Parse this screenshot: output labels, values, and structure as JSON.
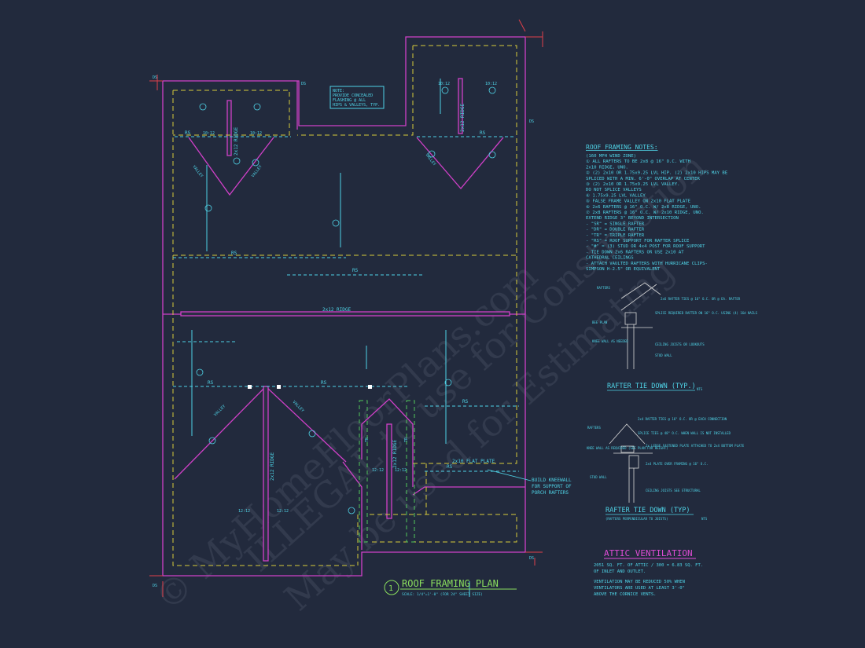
{
  "drawing": {
    "title": "ROOF FRAMING PLAN",
    "title_number": "1",
    "scale_note": "SCALE: 1/4\"=1'-0\" (FOR 24\" SHEET SIZE)"
  },
  "plan_labels": {
    "note_box": [
      "NOTE:",
      "PROVIDE CONCEALED",
      "FLASHING @ ALL",
      "HIPS & VALLEYS, TYP."
    ],
    "ridge_main": "2x12 RIDGE",
    "ridge_left_upper": "2x12 RIDGE",
    "ridge_right_upper": "2x12 RIDGE",
    "ridge_lower_left": "2x12 RIDGE",
    "ridge_lower_right": "2x12 RIDGE",
    "flat_plate": "2x10 FLAT PLATE",
    "kneewall_note": [
      "BUILD KNEEWALL",
      "FOR SUPPORT OF",
      "PORCH RAFTERS"
    ],
    "rs": "RS",
    "valley": "VALLEY",
    "pitch": "12:12",
    "pitch_2": "10:12",
    "tr": "TR",
    "dim": "DS"
  },
  "framing_notes": {
    "heading": "ROOF FRAMING NOTES:",
    "lines": [
      "(160 MPH WIND ZONE)",
      "① ALL RAFTERS TO BE 2x8 @ 16\" O.C. WITH",
      "   2x10 RIDGE, UNO.",
      "② (2) 2x10 OR 1.75x9.25 LVL HIP. (2) 2x10 HIPS MAY BE",
      "   SPLICED WITH A MIN. 6'-0\" OVERLAP AT CENTER",
      "③ (2) 2x10 OR 1.75x9.25 LVL VALLEY.",
      "   DO NOT SPLICE VALLEYS",
      "④ 1.75x9.25 LVL VALLEY",
      "⑤ FALSE FRAME VALLEY ON 2x10 FLAT PLATE",
      "⑥ 2x6 RAFTERS @ 16\" O.C. W/ 2x8 RIDGE, UNO.",
      "⑦ 2x8 RAFTERS @ 16\" O.C. W/ 2x10 RIDGE, UNO.",
      "   EXTEND RIDGE 3\" BEYOND INTERSECTION",
      "- \"SR\" = SINGLE RAFTER",
      "- \"DR\" = DOUBLE RAFTER",
      "- \"TR\" = TRIPLE RAFTER",
      "- \"RS\" = ROOF SUPPORT FOR RAFTER SPLICE",
      "- \"#\" = (3) STUD OR 4x4 POST FOR ROOF SUPPORT",
      "- TIE DOWN 2x6 RAFTERS OR USE 2x10 AT",
      "  CATHEDRAL CEILINGS",
      "- ATTACH VAULTED RAFTERS WITH HURRICANE CLIPS-",
      "  SIMPSON H-2.5\" OR EQUIVALENT"
    ]
  },
  "detail_1": {
    "title": "RAFTER TIE DOWN (TYP.)",
    "sub": "NTS",
    "labels": [
      "RAFTERS",
      "2x6 RAFTER TIES @ 16\" O.C. OR @ EA. RAFTER",
      "BEE PLAN",
      "SPLICE REQUIRED RAFTER ON 16\" O.C. USING (4) 16d NAILS",
      "KNEE WALL AS NEEDED",
      "CEILING JOISTS OR LOOKOUTS",
      "STUD WALL"
    ]
  },
  "detail_2": {
    "title": "RAFTER TIE DOWN (TYP)",
    "sub": "(RAFTERS PERPENDICULAR TO JOISTS)",
    "sub2": "NTS",
    "labels": [
      "RAFTERS",
      "2x4 RAFTER TIES @ 16\" O.C. OR @ EACH CONNECTION",
      "SPLICE TIES @ 48\" O.C. WHEN WALL IS NOT INSTALLED",
      "KNEE WALL AS REQUIRED (SEE PLAN FOR HEIGHT)",
      "2x LEDGE FASTENED PLATE ATTACHED TO 2x4 BOTTOM PLATE",
      "2x4 PLATE OVER FRAMING @ 16\" O.C.",
      "STUD WALL",
      "CEILING JOISTS SEE STRUCTURAL"
    ]
  },
  "attic": {
    "heading": "ATTIC VENTILATION",
    "line1": "2051 SQ. FT. OF ATTIC / 300 = 6.83 SQ. FT.",
    "line2": "OF INLET AND OUTLET.",
    "line3": "VENTILATION MAY BE REDUCED 50% WHEN",
    "line4": "VENTILATORS ARE USED AT LEAST 3'-0\"",
    "line5": "ABOVE THE CORNICE VENTS."
  },
  "watermark": {
    "line1": "© MyHomeFloorPlans.com",
    "line2": "ILLEGAL to use for Construction",
    "line3": "May be used for Estimating"
  }
}
